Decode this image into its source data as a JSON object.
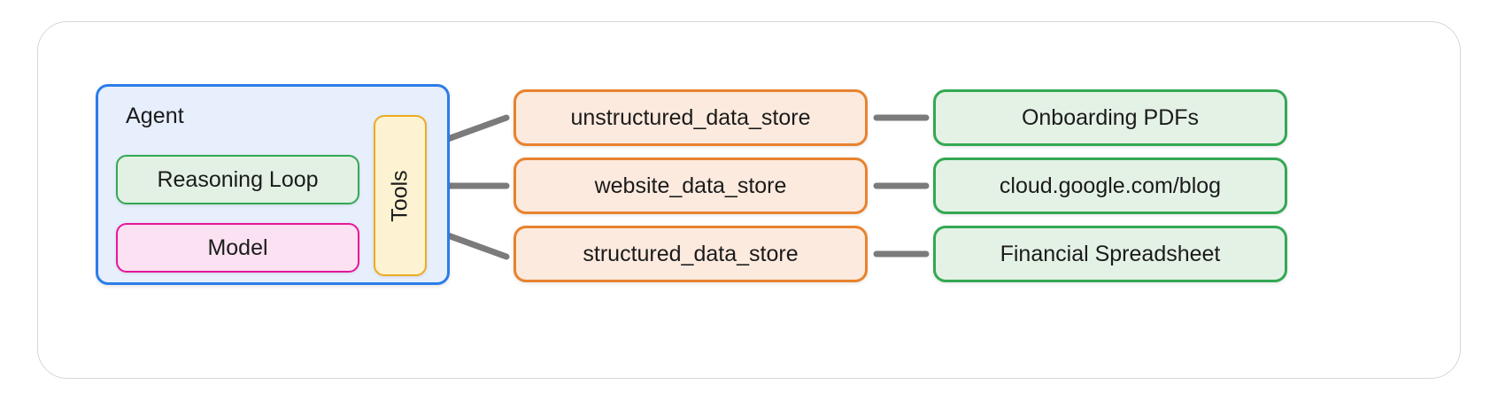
{
  "diagram": {
    "agent": {
      "label": "Agent",
      "components": [
        {
          "id": "reasoning-loop",
          "label": "Reasoning Loop"
        },
        {
          "id": "model",
          "label": "Model"
        }
      ],
      "tools": {
        "label": "Tools"
      }
    },
    "rows": [
      {
        "store": "unstructured_data_store",
        "source": "Onboarding PDFs"
      },
      {
        "store": "website_data_store",
        "source": "cloud.google.com/blog"
      },
      {
        "store": "structured_data_store",
        "source": "Financial Spreadsheet"
      }
    ],
    "colors": {
      "frame_border": "#d6d6d6",
      "agent_border": "#2b7de9",
      "agent_fill": "#e7eefc",
      "reasoning_border": "#34a853",
      "reasoning_fill": "#e2f1e4",
      "model_border": "#e5179b",
      "model_fill": "#fbe1f2",
      "tools_border": "#eeab20",
      "tools_fill": "#fdf3d2",
      "store_border": "#e8822e",
      "store_fill": "#fdeade",
      "source_border": "#34a853",
      "source_fill": "#e4f2e6",
      "connector": "#7b7b7b",
      "text": "#1b1b1b"
    }
  }
}
